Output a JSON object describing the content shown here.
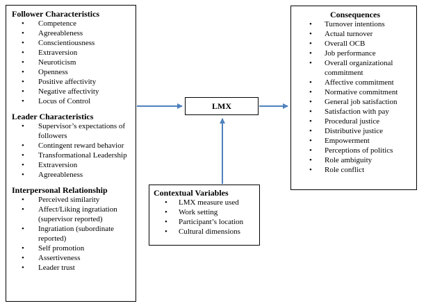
{
  "left": {
    "sections": [
      {
        "title": "Follower Characteristics",
        "items": [
          "Competence",
          "Agreeableness",
          "Conscientiousness",
          "Extraversion",
          "Neuroticism",
          "Openness",
          "Positive affectivity",
          "Negative affectivity",
          "Locus of Control"
        ]
      },
      {
        "title": "Leader Characteristics",
        "items": [
          "Supervisor’s expectations of followers",
          "Contingent reward behavior",
          "Transformational Leadership",
          "Extraversion",
          "Agreeableness"
        ]
      },
      {
        "title": "Interpersonal Relationship",
        "items": [
          "Perceived similarity",
          "Affect/Liking ingratiation (supervisor reported)",
          "Ingratiation (subordinate reported)",
          "Self promotion",
          "Assertiveness",
          "Leader trust"
        ]
      }
    ]
  },
  "center": {
    "label": "LMX"
  },
  "contextual": {
    "title": "Contextual Variables",
    "items": [
      "LMX measure used",
      "Work setting",
      "Participant’s location",
      "Cultural dimensions"
    ]
  },
  "consequences": {
    "title": "Consequences",
    "items": [
      "Turnover intentions",
      "Actual turnover",
      "Overall OCB",
      "Job performance",
      "Overall organizational commitment",
      "Affective commitment",
      "Normative commitment",
      "General job satisfaction",
      "Satisfaction with pay",
      "Procedural justice",
      "Distributive justice",
      "Empowerment",
      "Perceptions of politics",
      "Role ambiguity",
      "Role conflict"
    ]
  },
  "colors": {
    "arrow": "#4f81bd"
  }
}
